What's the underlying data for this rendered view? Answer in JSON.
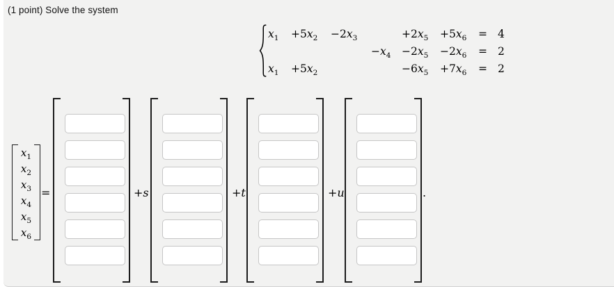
{
  "colors": {
    "panel_bg": "#f2f2f1",
    "panel_border": "#cccccc",
    "input_border": "#c6c6c6",
    "bracket": "#1c1c1c",
    "text": "#111111"
  },
  "header": {
    "title": "(1 point) Solve the system"
  },
  "system": {
    "brace_icon": "left-curly-brace",
    "rows": [
      {
        "terms": [
          {
            "pre": "",
            "v": "x",
            "sub": "1"
          },
          {
            "pre": "+5",
            "v": "x",
            "sub": "2"
          },
          {
            "pre": "−2",
            "v": "x",
            "sub": "3"
          },
          null,
          {
            "pre": "+2",
            "v": "x",
            "sub": "5"
          },
          {
            "pre": "+5",
            "v": "x",
            "sub": "6"
          }
        ],
        "eq": "=",
        "rhs": "4"
      },
      {
        "terms": [
          null,
          null,
          null,
          {
            "pre": "−",
            "v": "x",
            "sub": "4"
          },
          {
            "pre": "−2",
            "v": "x",
            "sub": "5"
          },
          {
            "pre": "−2",
            "v": "x",
            "sub": "6"
          }
        ],
        "eq": "=",
        "rhs": "2"
      },
      {
        "terms": [
          {
            "pre": "",
            "v": "x",
            "sub": "1"
          },
          {
            "pre": "+5",
            "v": "x",
            "sub": "2"
          },
          null,
          null,
          {
            "pre": "−6",
            "v": "x",
            "sub": "5"
          },
          {
            "pre": "+7",
            "v": "x",
            "sub": "6"
          }
        ],
        "eq": "=",
        "rhs": "2"
      }
    ]
  },
  "solution": {
    "unknowns": [
      {
        "v": "x",
        "sub": "1"
      },
      {
        "v": "x",
        "sub": "2"
      },
      {
        "v": "x",
        "sub": "3"
      },
      {
        "v": "x",
        "sub": "4"
      },
      {
        "v": "x",
        "sub": "5"
      },
      {
        "v": "x",
        "sub": "6"
      }
    ],
    "equals": "=",
    "ops": [
      {
        "pre": "+",
        "v": "s"
      },
      {
        "pre": "+",
        "v": "t"
      },
      {
        "pre": "+",
        "v": "u"
      }
    ],
    "period": ".",
    "vectors": [
      {
        "entries": [
          "",
          "",
          "",
          "",
          "",
          ""
        ]
      },
      {
        "entries": [
          "",
          "",
          "",
          "",
          "",
          ""
        ]
      },
      {
        "entries": [
          "",
          "",
          "",
          "",
          "",
          ""
        ]
      },
      {
        "entries": [
          "",
          "",
          "",
          "",
          "",
          ""
        ]
      }
    ]
  }
}
